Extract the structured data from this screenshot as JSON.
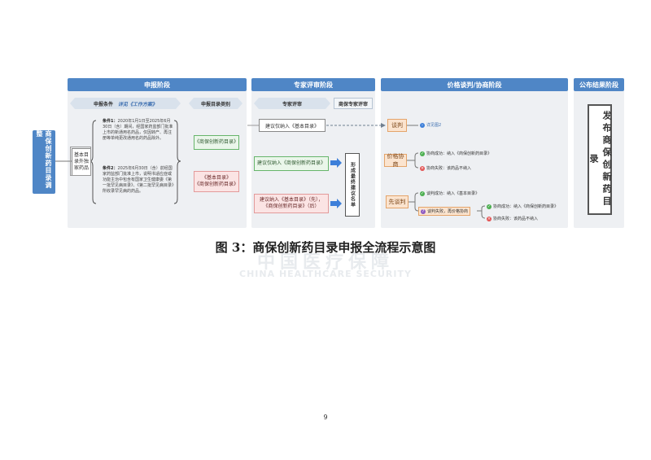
{
  "stages": {
    "apply": "申报阶段",
    "expert": "专家评审阶段",
    "price": "价格谈判/协商阶段",
    "publish": "公布结果阶段"
  },
  "apply": {
    "sub_conditions_label": "申报条件",
    "sub_conditions_link": "详见《工作方案》",
    "sub_category": "申报目录类别",
    "left_title": "商保创新药目录调整",
    "drug_type": "基本目录外独家药品",
    "cond1_head": "条件1：",
    "cond1_text": "2020年1月1日至2025年6月30日（含）期间，经国家药监部门批准上市的新通用名药品，仅因转产、再注册等单纯更改通用名的药品除外。",
    "cond2_head": "条件2：",
    "cond2_text": "2025年6月30日（含）前经国家药监部门批准上市，说明书适应症或功能主治中包含有国家卫生健康委《第一批罕见病目录》、《第二批罕见病目录》所收录罕见病的药品。",
    "cat_green": "《商保创新药目录》",
    "cat_pink_1": "《基本目录》",
    "cat_pink_2": "《商保创新药目录》"
  },
  "expert": {
    "sub_review": "专家评审",
    "sub_commercial": "商保专家评审",
    "suggest_basic": "建议仅纳入《基本目录》",
    "suggest_commercial": "建议仅纳入《商保创新药目录》",
    "suggest_both_1": "建议纳入《基本目录》（先），",
    "suggest_both_2": "《商保创新药目录》（后）",
    "form_list": "形成最终建议名单"
  },
  "price": {
    "negotiate": "谈判",
    "negotiate_note": "详见图2",
    "consult": "价格协商",
    "consult_success": "协商成功：纳入《商保创新药目录》",
    "consult_fail": "协商失败：该药品不纳入",
    "first_negotiate": "先谈判",
    "neg_success": "谈判成功：纳入《基本目录》",
    "neg_fail": "谈判失败，再价格协商",
    "neg_consult_success": "协商成功：纳入《商保创新药目录》",
    "neg_consult_fail": "协商失败：该药品不纳入"
  },
  "publish": {
    "result": "发布商保创新药目录"
  },
  "caption": "图 3：商保创新药目录申报全流程示意图",
  "watermark_cn": "中国医疗保障",
  "watermark_en": "CHINA HEALTHCARE SECURITY",
  "page_number": "9"
}
